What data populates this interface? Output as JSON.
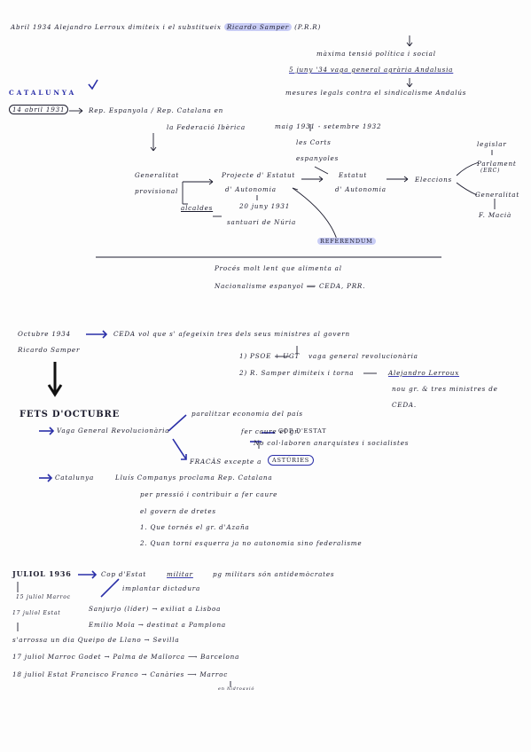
{
  "s1": {
    "l1a": "Abril 1934  Alejandro Lerroux dimiteix i el substitueix",
    "l1b": "Ricardo Samper",
    "l1c": "(P.R.R)",
    "l2": "màxima tensió política i social",
    "l3": "5 juny '34 vaga general agrària Andalusia",
    "l4": "mesures legals contra el sindicalisme Andalús"
  },
  "s2": {
    "heading": "CATALUNYA",
    "date": "14 abril 1931",
    "rep": "Rep. Espanyola / Rep. Catalana en",
    "fed": "la Federació Ibèrica",
    "dates": "maig 1931 - setembre 1932",
    "corts1": "les Corts",
    "corts2": "espanyoles",
    "gen1": "Generalitat",
    "gen2": "provisional",
    "alc": "alcaldes",
    "proj1": "Projecte d' Estatut",
    "proj2": "d' Autonomia",
    "juny": "20 juny 1931",
    "sant": "santuari de Núria",
    "est1": "Estatut",
    "est2": "d' Autonomia",
    "elec": "Eleccions",
    "leg": "legislar",
    "parl": "Parlament",
    "erc": "(ERC)",
    "genr": "Generalitat",
    "macia": "F. Macià",
    "ref": "REFERENDUM",
    "proc1": "Procés molt lent que alimenta al",
    "proc2": "Nacionalisme espanyol ⟹ CEDA, PRR."
  },
  "s3": {
    "oct": "Octubre 1934",
    "ricardo": "Ricardo Samper",
    "ceda": "CEDA vol que s' afegeixin tres dels seus ministres al govern",
    "p1": "1) PSOE + UGT",
    "p1b": "vaga general revolucionària",
    "p2": "2) R. Samper dimiteix i torna",
    "p2b": "Alejandro Lerroux",
    "nou": "nou gr. & tres ministres de",
    "ceda2": "CEDA.",
    "fets": "FETS D'OCTUBRE",
    "vaga": "Vaga General Revolucionària",
    "para": "paralitzar economia del país",
    "cau": "fer caure el gr.",
    "cop": "COP D'ESTAT",
    "nocol": "No col·laboren anarquistes i socialistes",
    "fracas": "FRACÀS excepte a",
    "ast": "ASTÚRIES",
    "cat": "Catalunya",
    "llu": "Lluís Companys proclama Rep. Catalana",
    "pres": "per pressió i contribuir a fer caure",
    "gov": "el govern de dretes",
    "c1": "1. Que tornés el gr. d'Azaña",
    "c2": "2. Quan torni esquerra ja no autonomia sino federalisme"
  },
  "s4": {
    "jul": "JULIOL 1936",
    "cop": "Cop d'Estat",
    "mil": "militar",
    "pg": "pg militars són antidemòcrates",
    "impl": "implantar dictadura",
    "r1a": "15 juliol Marroc",
    "r2a": "17 juliol Estat",
    "r2b": "Sanjurjo (líder) → exiliat a Lisboa",
    "r3b": "Emilio Mola → destinat a Pamplona",
    "r4": "s'arrossa un dia  Queipo de Llano → Sevilla",
    "r5": "17 juliol Marroc  Godet → Palma de Mallorca ⟶ Barcelona",
    "r6": "18 juliol Estat  Francisco Franco → Canàries ⟶ Marroc",
    "avio": "en hidroavió"
  }
}
